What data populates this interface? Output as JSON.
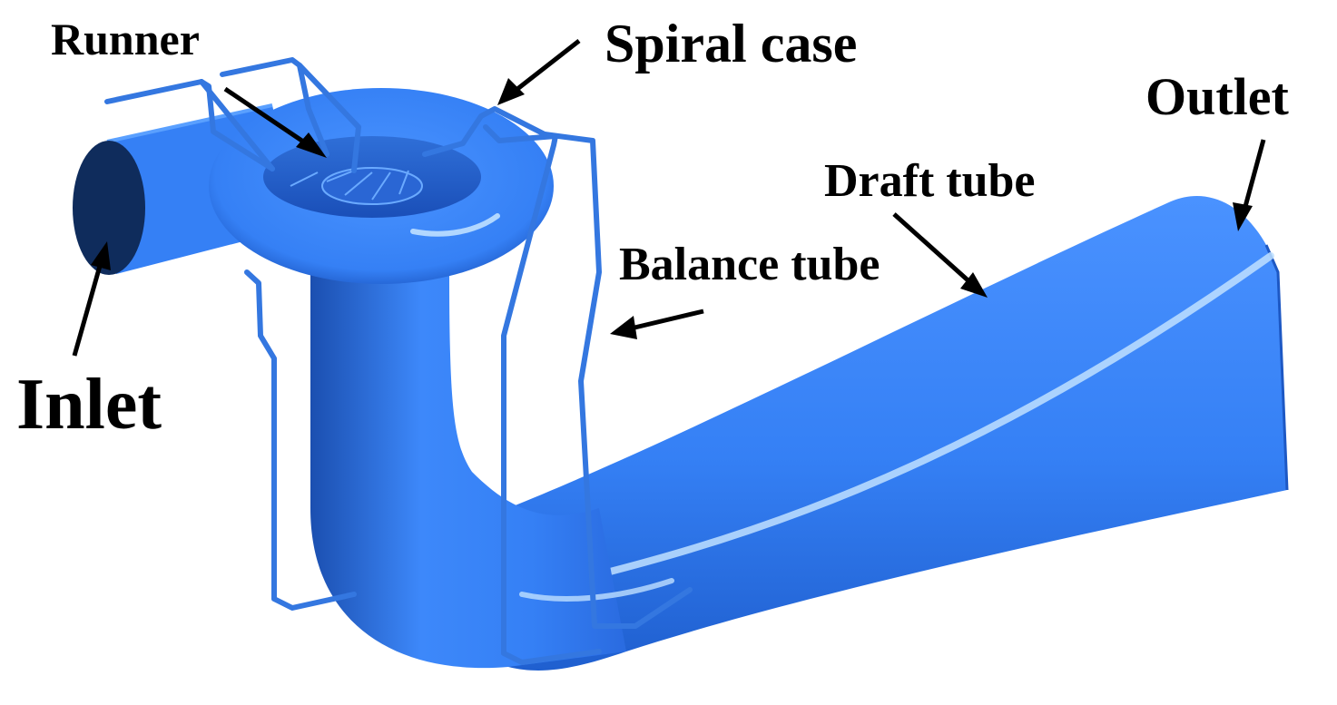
{
  "figure": {
    "colors": {
      "body": "#3580f5",
      "body_dark": "#1a4fb8",
      "inlet_face": "#0f2c5c",
      "highlight": "#bfe0ff",
      "balance_tube": "#3477e0",
      "text": "#000000"
    },
    "labels": {
      "runner": "Runner",
      "spiral_case": "Spiral case",
      "outlet": "Outlet",
      "draft_tube": "Draft tube",
      "balance_tube": "Balance tube",
      "inlet": "Inlet"
    }
  }
}
